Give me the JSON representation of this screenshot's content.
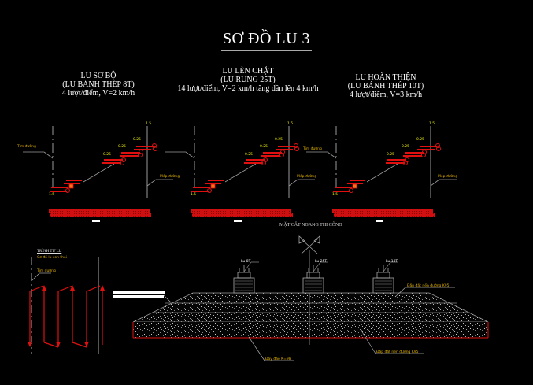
{
  "title": "SƠ ĐỒ LU 3",
  "stages": [
    {
      "name": "LU SƠ BỘ",
      "roller": "(LU BÁNH THÉP 8T)",
      "spec": "4 lượt/điểm, V=2 km/h"
    },
    {
      "name": "LU LÈN CHẶT",
      "roller": "(LU RUNG 25T)",
      "spec": "14 lượt/điểm, V=2 km/h tăng dần lên 4 km/h"
    },
    {
      "name": "LU HOÀN THIỆN",
      "roller": "(LU BÁNH THÉP 10T)",
      "spec": "4 lượt/điểm, V=3 km/h"
    }
  ],
  "profile_labels": {
    "centerline": "Tim đường",
    "road_edge": "Mép đường",
    "dim_edge": "1.5",
    "dim_steps": [
      "0.25",
      "0.25",
      "0.25"
    ],
    "dim_edge_right": "1.5"
  },
  "cross_section": {
    "caption": "MẶT CẮT NGANG THI CÔNG",
    "roller_tags": [
      "Lu 8T",
      "Lu 25T",
      "Lu 10T"
    ],
    "label_top_layer": "Đắp đất nền đường K95",
    "label_lower_layer": "Đắp đất nền đường K95",
    "label_bottom": "Đáy đào K=98"
  },
  "sequence": {
    "title": "TRÌNH TỰ LU",
    "subtitle": "Cơ đồ lu con thoi",
    "centerline": "Tim đường"
  },
  "colors": {
    "background": "#000000",
    "roller_red": "#e01010",
    "label_yellow": "#e0b000",
    "dim_yellow": "#f0f000",
    "line_gray": "#9a9a9a"
  }
}
